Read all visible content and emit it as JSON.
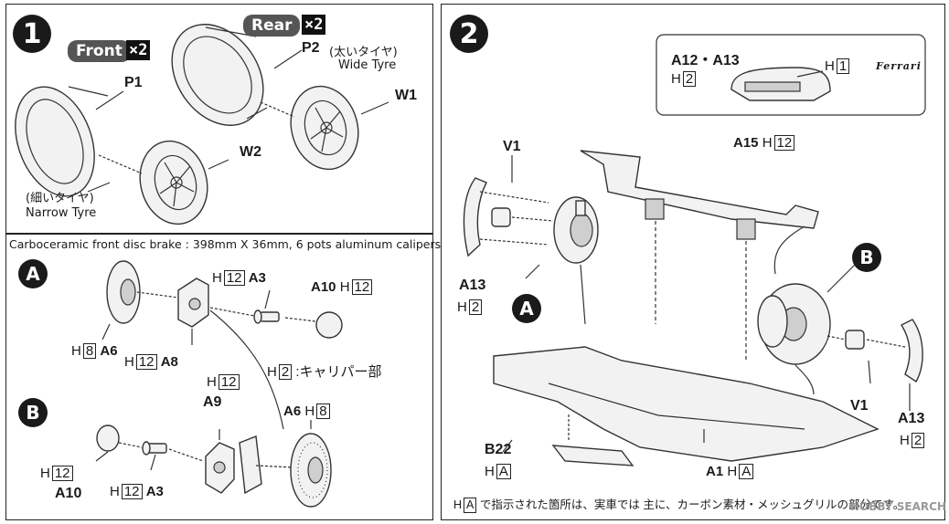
{
  "step1": {
    "number": "1",
    "front_label": "Front",
    "front_qty": "×2",
    "rear_label": "Rear",
    "rear_qty": "×2",
    "p1": "P1",
    "p2": "P2",
    "p2_jp": "(太いタイヤ)",
    "p2_en": "Wide Tyre",
    "w1": "W1",
    "w2": "W2",
    "narrow_jp": "(細いタイヤ)",
    "narrow_en": "Narrow Tyre"
  },
  "brake": {
    "caption": "Carboceramic front disc brake : 398mm X 36mm, 6 pots aluminum calipers",
    "a_letter": "A",
    "b_letter": "B",
    "h": "H",
    "a_a3_num": "12",
    "a_a3": "A3",
    "a10": "A10",
    "a10_num": "12",
    "a6_num": "8",
    "a6": "A6",
    "a8_num": "12",
    "a8": "A8",
    "caliper_num": "2",
    "caliper_note": ":キャリパー部",
    "b_a9_num": "12",
    "b_a9": "A9",
    "b_a6": "A6",
    "b_a6_num": "8",
    "b_a10_num": "12",
    "b_a10": "A10",
    "b_a3_num": "12",
    "b_a3": "A3"
  },
  "step2": {
    "number": "2",
    "inset_title": "A12・A13",
    "inset_h_num": "2",
    "inset_h1_num": "1",
    "ferrari": "Ferrari",
    "v1": "V1",
    "a15": "A15",
    "a15_num": "12",
    "a13": "A13",
    "a13_num": "2",
    "letter_a": "A",
    "letter_b": "B",
    "b22": "B22",
    "b22_box": "A",
    "a1": "A1",
    "a1_box": "A",
    "v1_right": "V1",
    "a13_right": "A13",
    "a13_right_num": "2",
    "footer_box": "A",
    "footer_note": "で指示された箇所は、実車では 主に、カーボン素材・メッシュグリルの部分です。",
    "watermark": "HOBBY SEARCH"
  }
}
